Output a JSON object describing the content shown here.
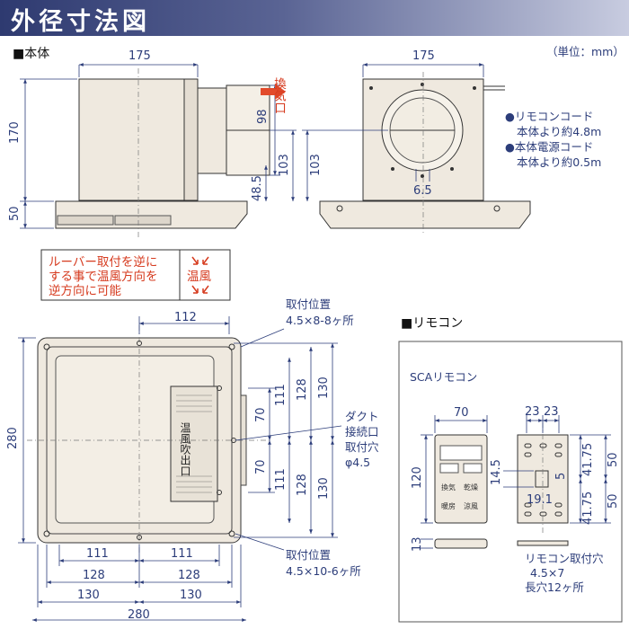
{
  "title": "外径寸法図",
  "sections": {
    "main": "■本体",
    "remote": "■リモコン"
  },
  "unit": "（単位：mm）",
  "side_view": {
    "w": "175",
    "h_top": "170",
    "h_bottom": "50",
    "duct": "98",
    "h103": "103",
    "h48": "48.5",
    "exhaust": "換気口"
  },
  "front_view": {
    "w": "175",
    "h103": "103",
    "small": "6.5"
  },
  "cords": {
    "c1a": "●リモコンコード",
    "c1b": "本体より約4.8m",
    "c2a": "●本体電源コード",
    "c2b": "本体より約0.5m"
  },
  "louver_note": {
    "l1": "ルーバー取付を逆に",
    "l2": "する事で温風方向を",
    "l3": "逆方向に可能",
    "tag": "温風"
  },
  "bottom_view": {
    "mount_top_a": "取付位置",
    "mount_top_b": "4.5×8-8ヶ所",
    "d112": "112",
    "d280w": "280",
    "d280h": "280",
    "d111": "111",
    "d128": "128",
    "d130": "130",
    "d70": "70",
    "duct_a": "ダクト",
    "duct_b": "接続口",
    "duct_c": "取付穴",
    "duct_d": "φ4.5",
    "mount_bot_a": "取付位置",
    "mount_bot_b": "4.5×10-6ヶ所",
    "outlet": "温風吹出口"
  },
  "remote": {
    "model": "SCAリモコン",
    "w": "70",
    "h": "120",
    "d13": "13",
    "d23a": "23",
    "d23b": "23",
    "d14": "14.5",
    "d5": "5",
    "d19": "19.1",
    "d41a": "41.75",
    "d41b": "41.75",
    "d50a": "50",
    "d50b": "50",
    "mount_a": "リモコン取付穴",
    "mount_b": "4.5×7",
    "mount_c": "長穴12ヶ所",
    "btn1": "換気",
    "btn2": "乾燥",
    "btn3": "暖房",
    "btn4": "涼風"
  }
}
